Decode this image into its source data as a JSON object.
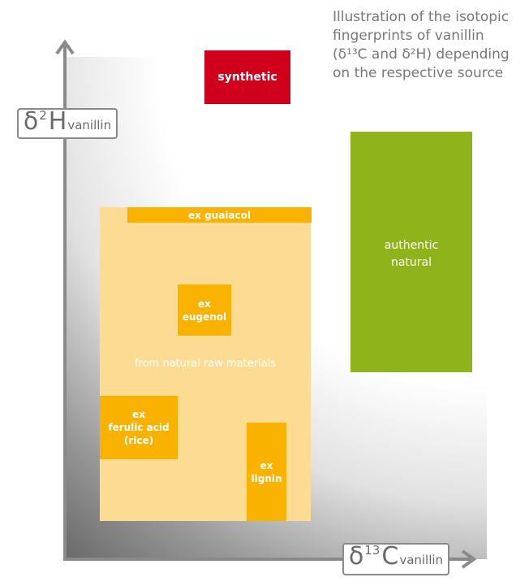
{
  "title_lines": [
    "Illustration of the isotopic",
    "fingerprints of vanillin",
    "(δ¹³C and δ²H) depending",
    "on the respective source"
  ],
  "y_axis": {
    "symbol": "δ",
    "sup": "2",
    "letter": "H",
    "sub": "vanillin"
  },
  "x_axis": {
    "symbol": "δ",
    "sup": "13",
    "letter": "C",
    "sub": "vanillin"
  },
  "boxes": {
    "synthetic": {
      "lines": [
        "synthetic"
      ]
    },
    "authentic_natural": {
      "lines": [
        "authentic",
        "natural"
      ]
    },
    "natural_raw": {
      "lines": [
        "from natural raw materials"
      ]
    },
    "ex_guaiacol": {
      "lines": [
        "ex guaiacol"
      ]
    },
    "ex_eugenol": {
      "lines": [
        "ex",
        "eugenol"
      ]
    },
    "ex_ferulic": {
      "lines": [
        "ex",
        "ferulic acid",
        "(rice)"
      ]
    },
    "ex_lignin": {
      "lines": [
        "ex",
        "lignin"
      ]
    }
  },
  "colors": {
    "synthetic": "#d0001d",
    "authentic_natural": "#8fb31b",
    "natural_raw": "#fcdc93",
    "sub_source": "#f9b200",
    "axis": "#8a8a8a",
    "title": "#777777"
  }
}
